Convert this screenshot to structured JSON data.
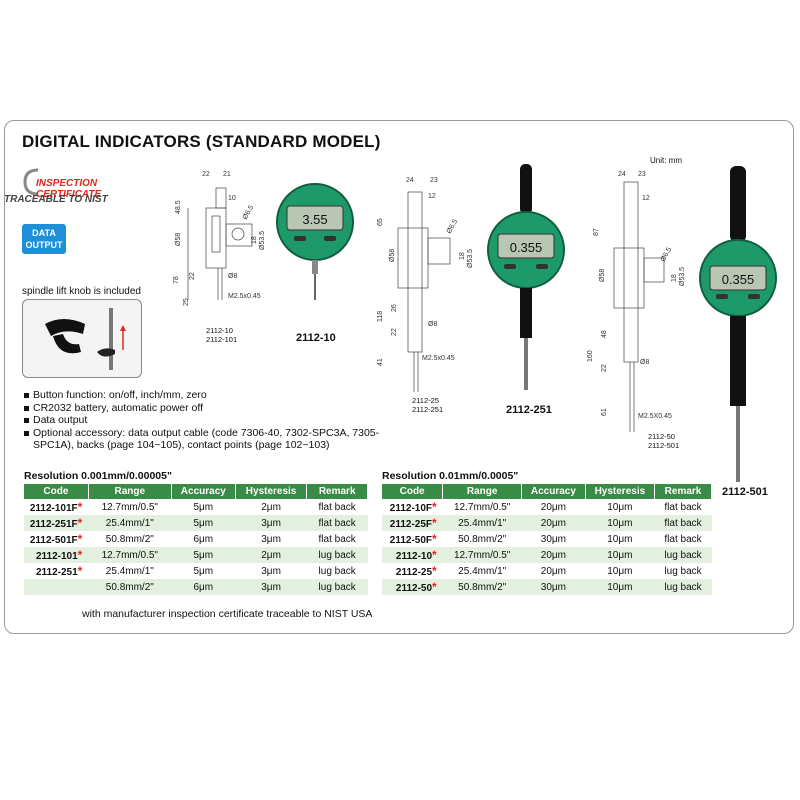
{
  "title": "DIGITAL INDICATORS (STANDARD MODEL)",
  "certificate": {
    "line1": "INSPECTION",
    "line2": "CERTIFICATE",
    "sub": "TRACEABLE TO NIST"
  },
  "data_output": {
    "line1": "DATA",
    "line2": "OUTPUT"
  },
  "knob_label": "spindle lift knob is included",
  "unit": "Unit: mm",
  "models": {
    "m1": "2112-10",
    "m1_refs": [
      "2112-10",
      "2112-101"
    ],
    "m2": "2112-251",
    "m2_refs": [
      "2112-25",
      "2112-251"
    ],
    "m3": "2112-501",
    "m3_refs": [
      "2112-50",
      "2112-501"
    ]
  },
  "displays": {
    "d1": "3.55",
    "d2": "0.355",
    "d3": "0.355"
  },
  "dims": {
    "d1": {
      "top": [
        "22",
        "21"
      ],
      "a": "10",
      "b": "48.5",
      "c": "Ø58",
      "d": "Ø6.5",
      "e": "18",
      "f": "Ø53.5",
      "g": "78",
      "h": "22",
      "i": "Ø8",
      "j": "25",
      "k": "M2.5x0.45"
    },
    "d2": {
      "top": [
        "24",
        "23"
      ],
      "a": "12",
      "b": "65",
      "c": "Ø58",
      "d": "Ø6.5",
      "e": "18",
      "f": "Ø53.5",
      "g": "118",
      "h": "26",
      "i": "22",
      "j": "Ø8",
      "k": "41",
      "l": "M2.5x0.45"
    },
    "d3": {
      "top": [
        "24",
        "23"
      ],
      "a": "12",
      "b": "87",
      "c": "Ø58",
      "d": "Ø6.5",
      "e": "18",
      "f": "Ø53.5",
      "g": "160",
      "h": "48",
      "i": "22",
      "j": "Ø8",
      "k": "61",
      "l": "M2.5X0.45"
    }
  },
  "spec_items": [
    "Button function: on/off, inch/mm, zero",
    "CR2032 battery, automatic power off",
    "Data output",
    "Optional accessory: data output cable (code 7306-40, 7302-SPC3A, 7305-SPC1A), backs (page 104~105), contact points (page 102~103)"
  ],
  "table_left": {
    "resolution": "Resolution 0.001mm/0.00005\"",
    "headers": [
      "Code",
      "Range",
      "Accuracy",
      "Hysteresis",
      "Remark"
    ],
    "rows": [
      {
        "code": "2112-101F",
        "star": "*",
        "range": "12.7mm/0.5\"",
        "accuracy": "5μm",
        "hysteresis": "2μm",
        "remark": "flat back"
      },
      {
        "code": "2112-251F",
        "star": "*",
        "range": "25.4mm/1\"",
        "accuracy": "5μm",
        "hysteresis": "3μm",
        "remark": "flat back"
      },
      {
        "code": "2112-501F",
        "star": "*",
        "range": "50.8mm/2\"",
        "accuracy": "6μm",
        "hysteresis": "3μm",
        "remark": "flat back"
      },
      {
        "code": "2112-101",
        "star": "*",
        "range": "12.7mm/0.5\"",
        "accuracy": "5μm",
        "hysteresis": "2μm",
        "remark": "lug back"
      },
      {
        "code": "2112-251",
        "star": "*",
        "range": "25.4mm/1\"",
        "accuracy": "5μm",
        "hysteresis": "3μm",
        "remark": "lug back"
      },
      {
        "code": "",
        "star": "",
        "range": "50.8mm/2\"",
        "accuracy": "6μm",
        "hysteresis": "3μm",
        "remark": "lug back"
      }
    ]
  },
  "table_right": {
    "resolution": "Resolution 0.01mm/0.0005\"",
    "headers": [
      "Code",
      "Range",
      "Accuracy",
      "Hysteresis",
      "Remark"
    ],
    "rows": [
      {
        "code": "2112-10F",
        "star": "*",
        "range": "12.7mm/0.5\"",
        "accuracy": "20μm",
        "hysteresis": "10μm",
        "remark": "flat back"
      },
      {
        "code": "2112-25F",
        "star": "*",
        "range": "25.4mm/1\"",
        "accuracy": "20μm",
        "hysteresis": "10μm",
        "remark": "flat back"
      },
      {
        "code": "2112-50F",
        "star": "*",
        "range": "50.8mm/2\"",
        "accuracy": "30μm",
        "hysteresis": "10μm",
        "remark": "flat back"
      },
      {
        "code": "2112-10",
        "star": "*",
        "range": "12.7mm/0.5\"",
        "accuracy": "20μm",
        "hysteresis": "10μm",
        "remark": "lug back"
      },
      {
        "code": "2112-25",
        "star": "*",
        "range": "25.4mm/1\"",
        "accuracy": "20μm",
        "hysteresis": "10μm",
        "remark": "lug back"
      },
      {
        "code": "2112-50",
        "star": "*",
        "range": "50.8mm/2\"",
        "accuracy": "30μm",
        "hysteresis": "10μm",
        "remark": "lug back"
      }
    ]
  },
  "footnote": "with manufacturer inspection certificate traceable to NIST USA",
  "colors": {
    "green": "#3a8a48",
    "red": "#e0281c",
    "blue": "#1f8fd8",
    "dial_green": "#1e9a6a",
    "lcd": "#b9c6b4"
  }
}
